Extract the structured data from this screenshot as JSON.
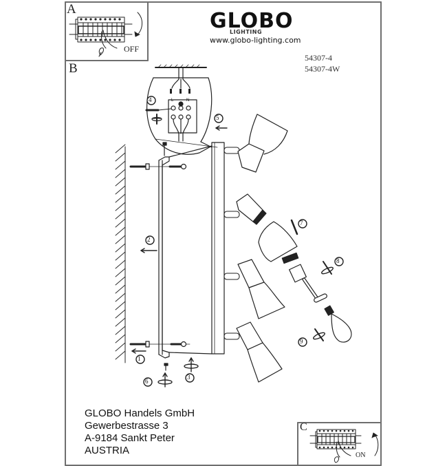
{
  "document": {
    "brand": {
      "name": "GLOBO",
      "sub": "LIGHTING",
      "url": "www.globo-lighting.com"
    },
    "models": [
      "54307-4",
      "54307-4W"
    ],
    "panels": {
      "a": {
        "letter": "A",
        "switch_label": "OFF"
      },
      "b": {
        "letter": "B"
      },
      "c": {
        "letter": "C",
        "switch_label": "ON"
      }
    },
    "terminal_labels": {
      "live": "L",
      "neutral": "N"
    },
    "steps": [
      "1",
      "2",
      "3",
      "4",
      "5",
      "6",
      "7",
      "8",
      "9"
    ],
    "address": {
      "company": "GLOBO Handels GmbH",
      "street": "Gewerbestrasse 3",
      "city": "A-9184 Sankt Peter",
      "country": "AUSTRIA"
    },
    "colors": {
      "line": "#222222",
      "frame": "#6e6e6e",
      "paper": "#ffffff"
    }
  }
}
